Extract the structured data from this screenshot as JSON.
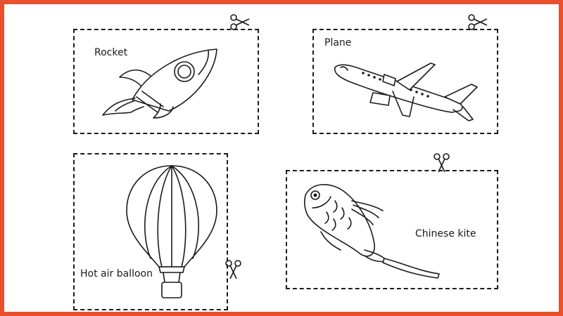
{
  "border_color": "#e8502e",
  "line_color": "#1a1a1a",
  "cards": {
    "rocket": {
      "label": "Rocket"
    },
    "plane": {
      "label": "Plane"
    },
    "balloon": {
      "label": "Hot air balloon"
    },
    "kite": {
      "label": "Chinese kite"
    }
  },
  "icons": {
    "cut_marker": "scissors-icon"
  }
}
